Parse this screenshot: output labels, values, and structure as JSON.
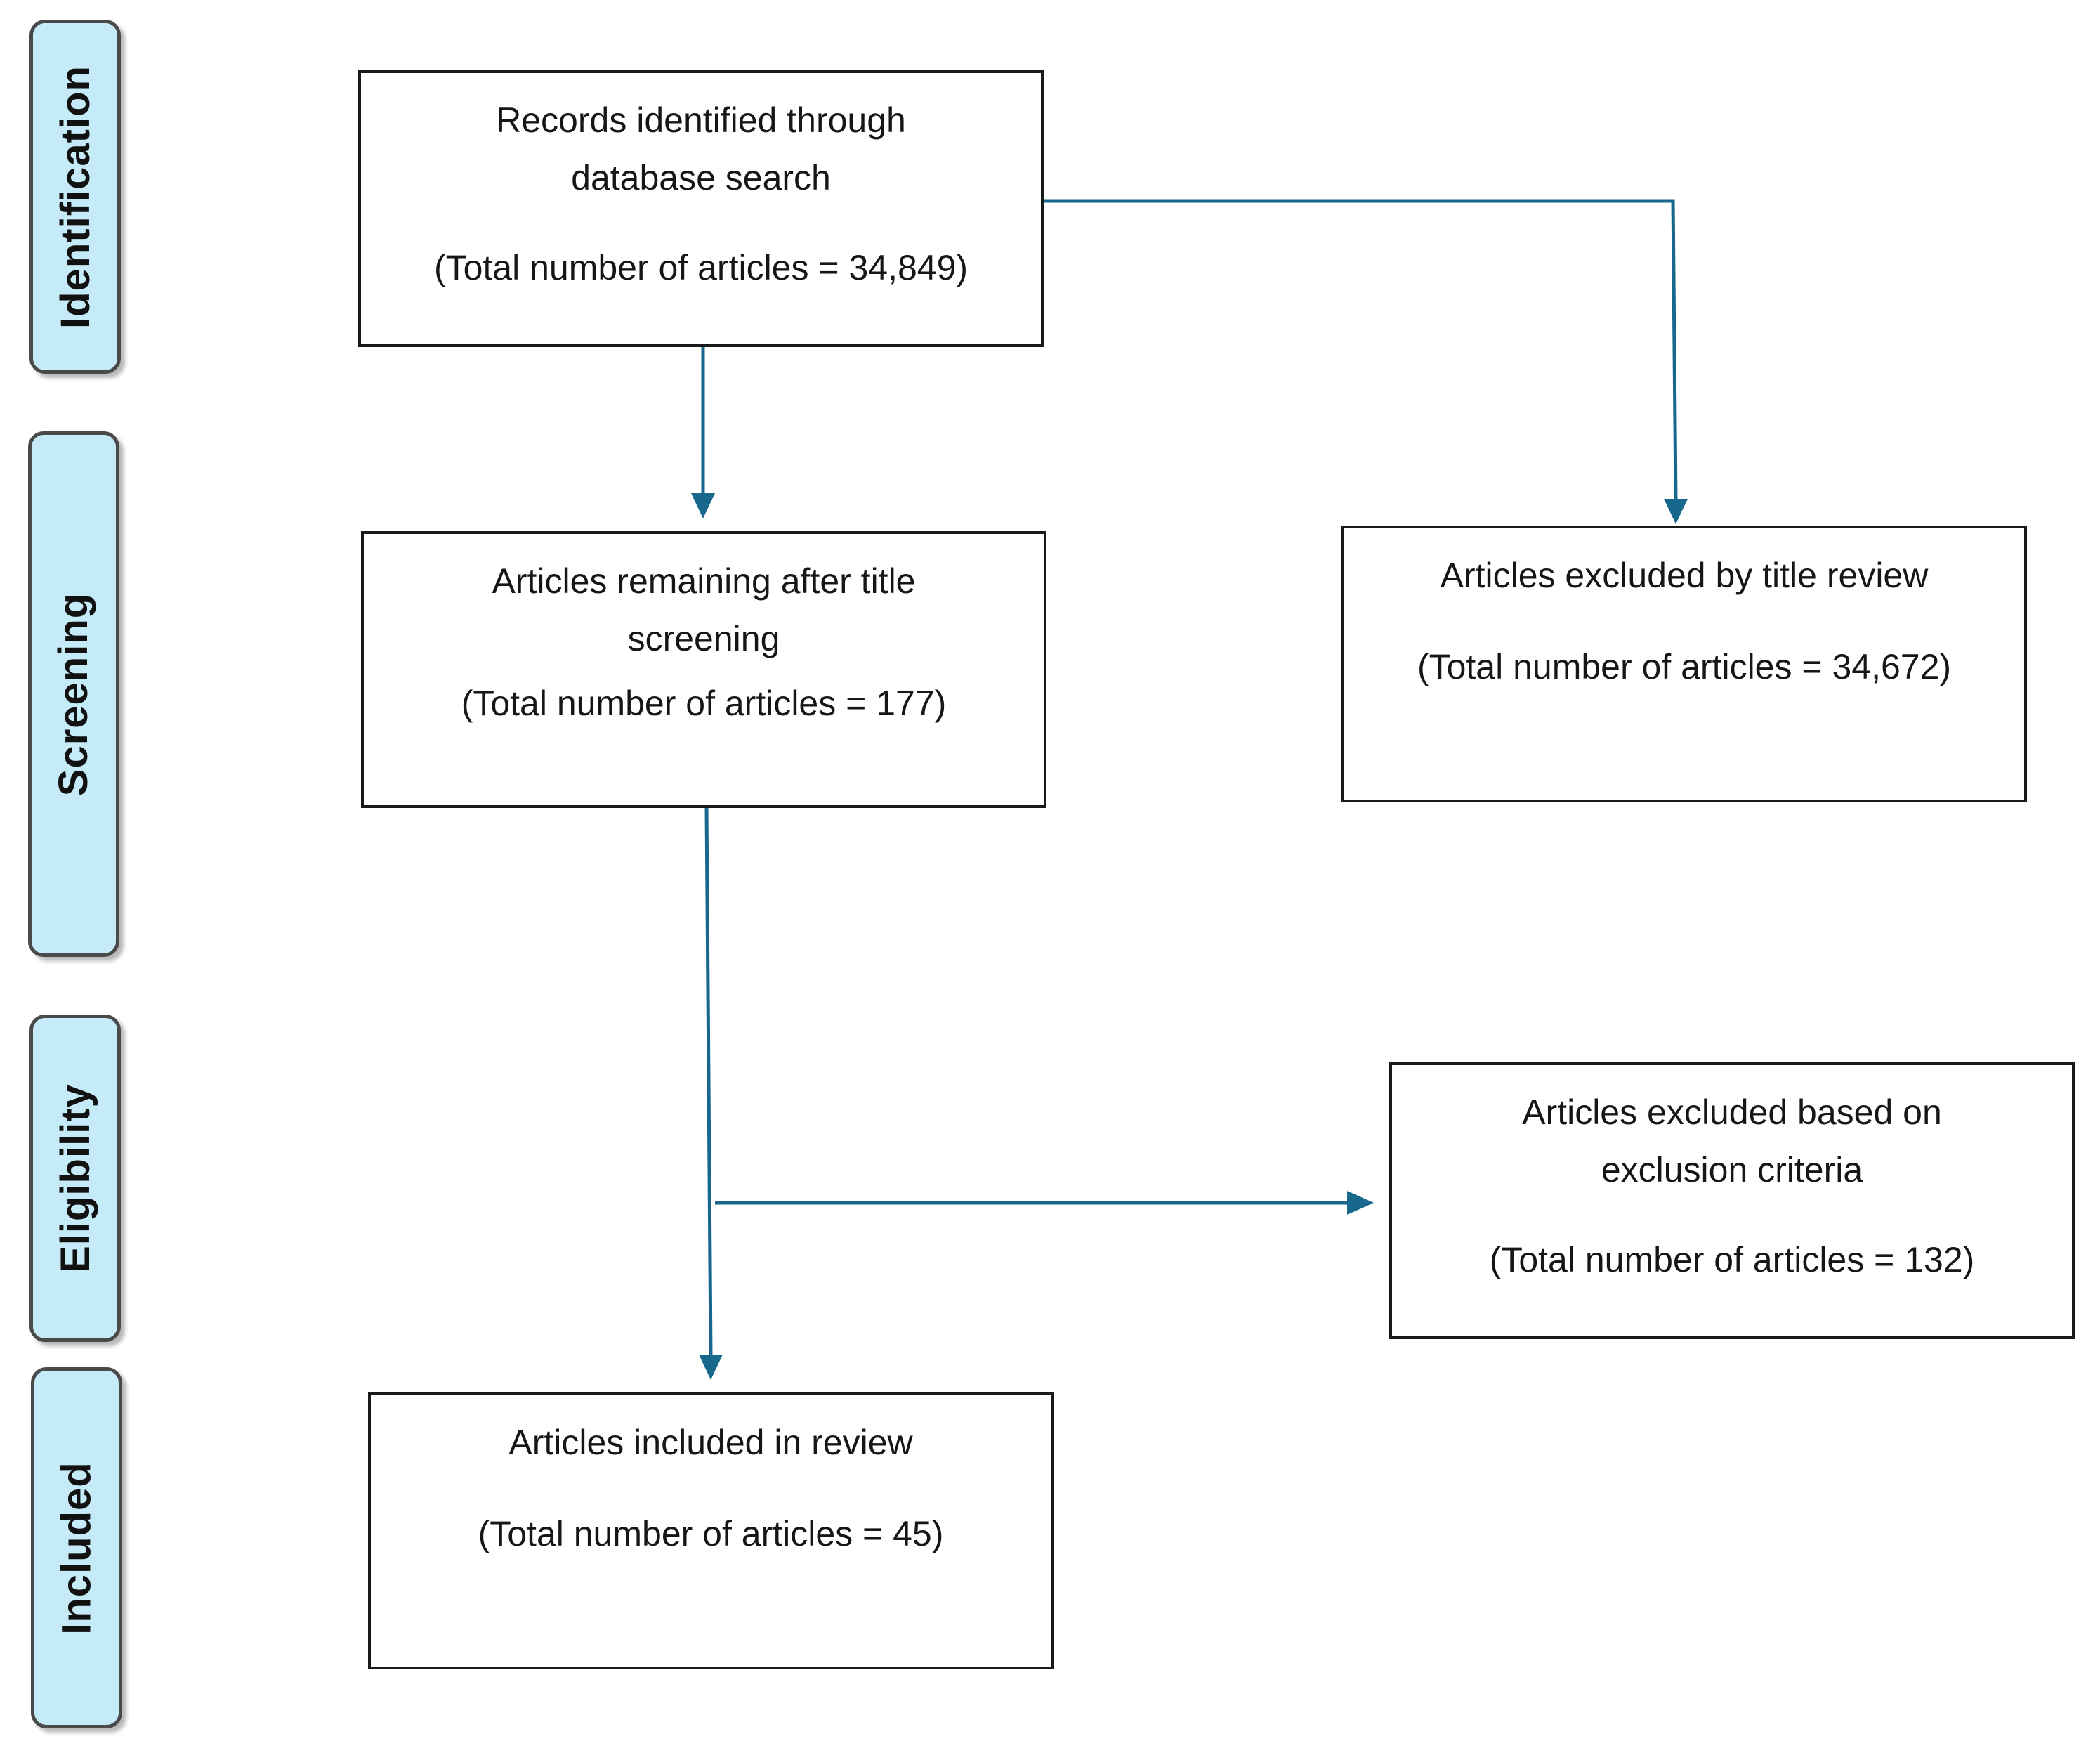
{
  "colors": {
    "phase_fill": "#c6ebf8",
    "phase_border": "#4a4a4a",
    "arrow": "#17688c",
    "box_border": "#1a1a1a"
  },
  "phases": {
    "identification": "Identification",
    "screening": "Screening",
    "eligibility": "Eligibility",
    "included": "Included"
  },
  "boxes": {
    "records_identified": {
      "line1": "Records identified through",
      "line2": "database search",
      "count": "(Total number of articles = 34,849)"
    },
    "after_title_screening": {
      "line1": "Articles remaining after title",
      "line2": "screening",
      "count": "(Total number of articles = 177)"
    },
    "excluded_title_review": {
      "line1": "Articles excluded by title review",
      "count": "(Total number of articles = 34,672)"
    },
    "excluded_criteria": {
      "line1": "Articles excluded based on",
      "line2": "exclusion criteria",
      "count": "(Total number of articles = 132)"
    },
    "included_review": {
      "line1": "Articles included in review",
      "count": "(Total number of articles = 45)"
    }
  }
}
